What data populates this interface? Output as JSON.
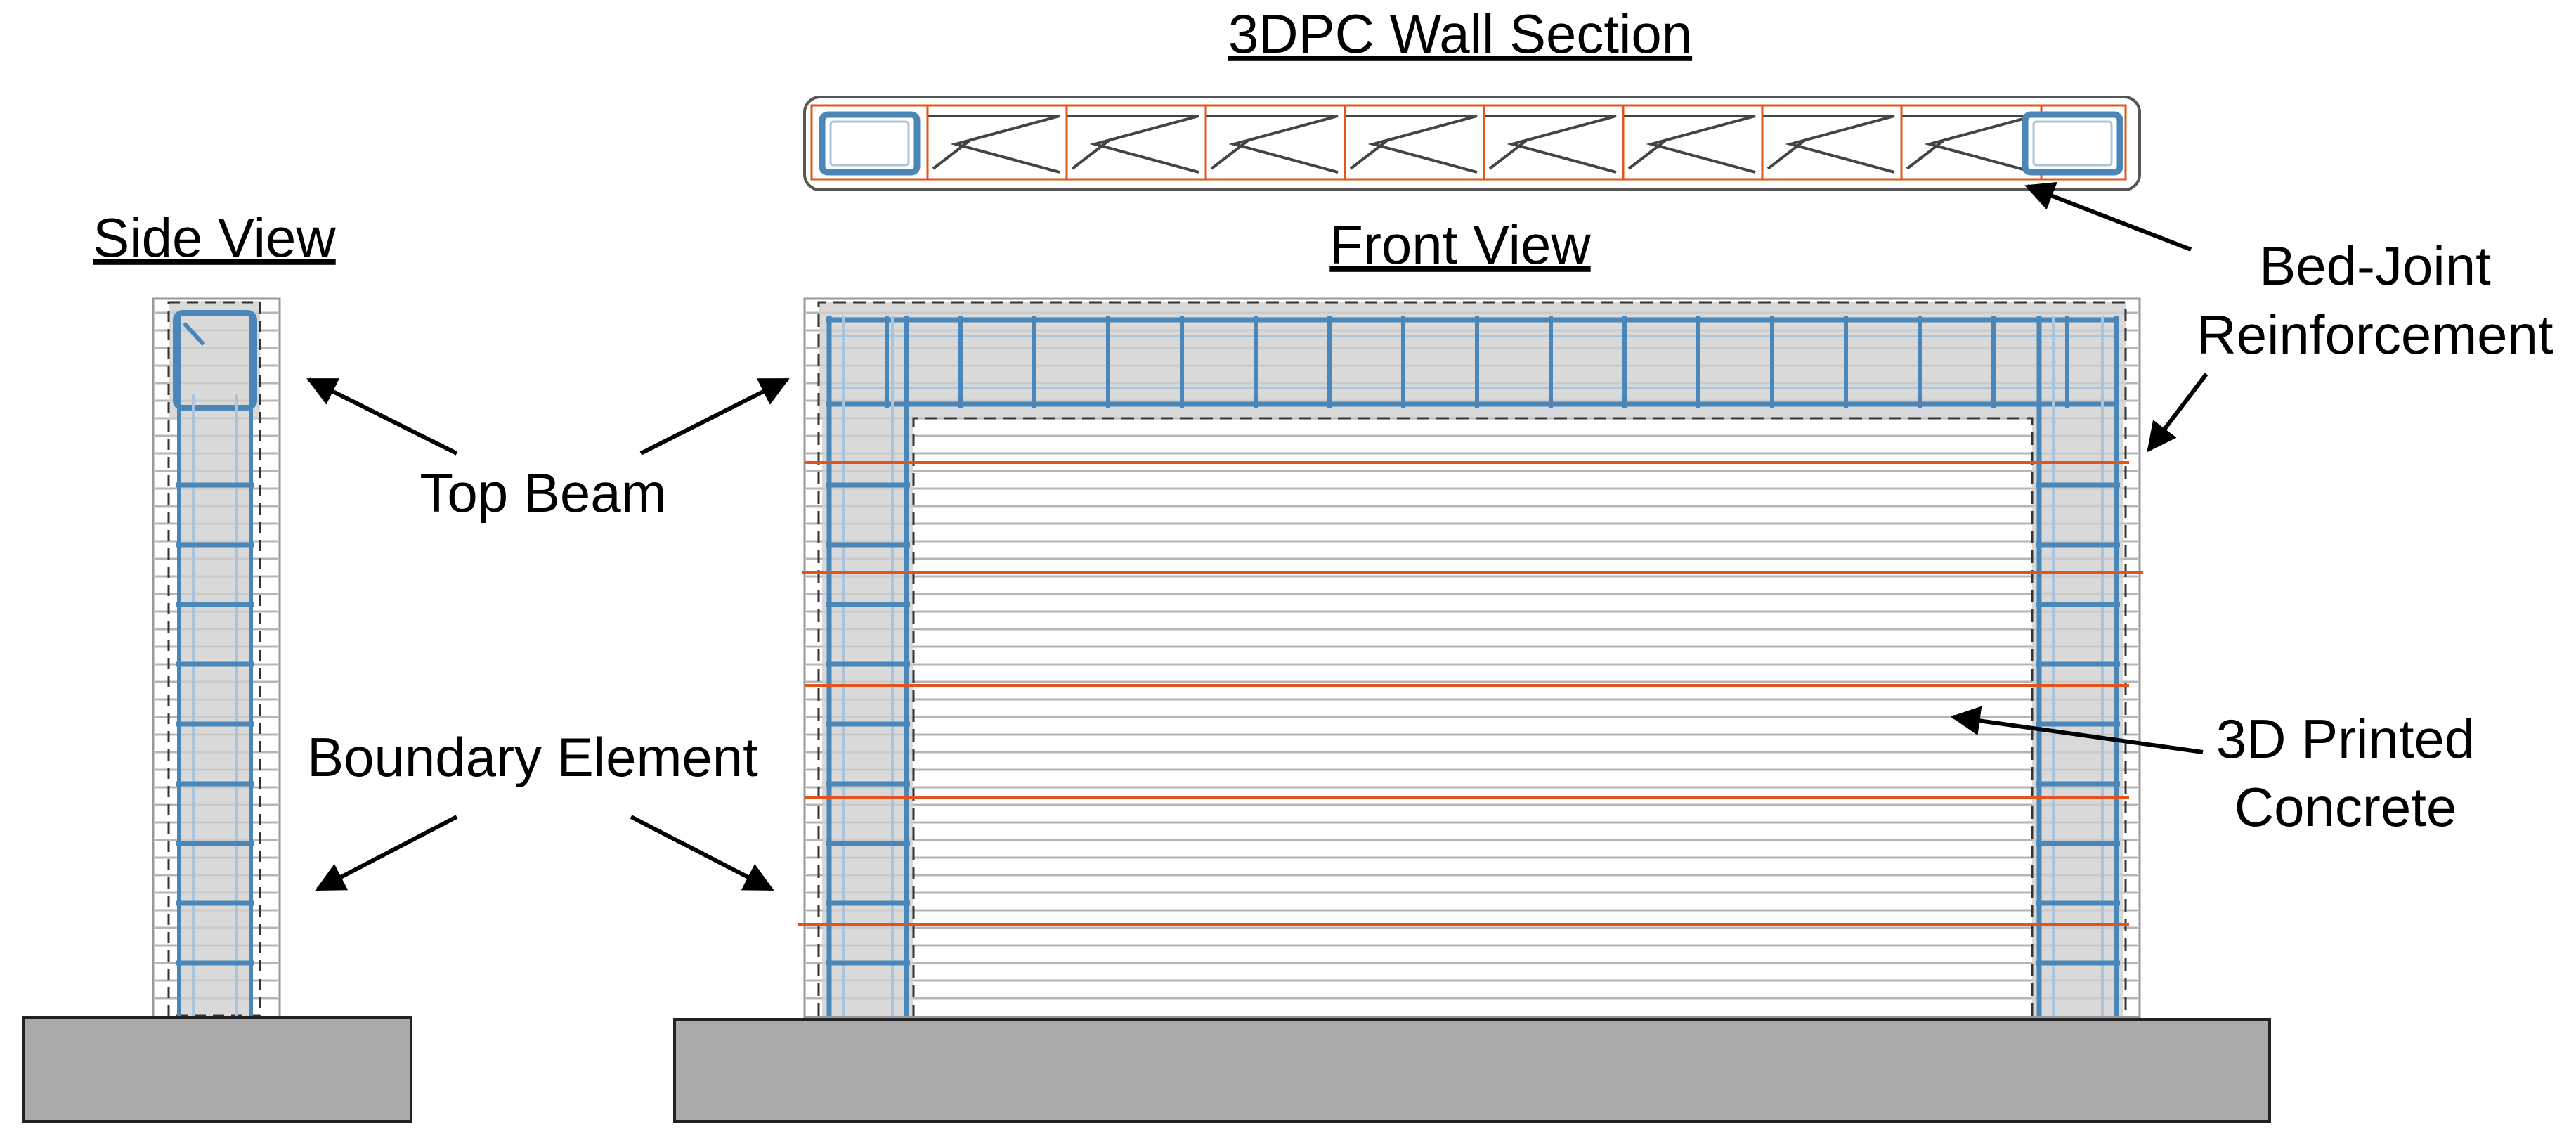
{
  "titles": {
    "wall_section": "3DPC Wall Section",
    "side_view": "Side View",
    "front_view": "Front View"
  },
  "labels": {
    "top_beam": "Top Beam",
    "boundary_element": "Boundary Element",
    "bed_joint_line1": "Bed-Joint",
    "bed_joint_line2": "Reinforcement",
    "printed_line1": "3D Printed",
    "printed_line2": "Concrete"
  },
  "colors": {
    "rebar": "#4a86b8",
    "rebar_light": "#a9c5dd",
    "bed_joint": "#e2541b",
    "concrete_shade": "#d0d0d0",
    "foundation": "#a9a9a9",
    "layer_line": "#b5b5b5",
    "outline": "#555555"
  }
}
